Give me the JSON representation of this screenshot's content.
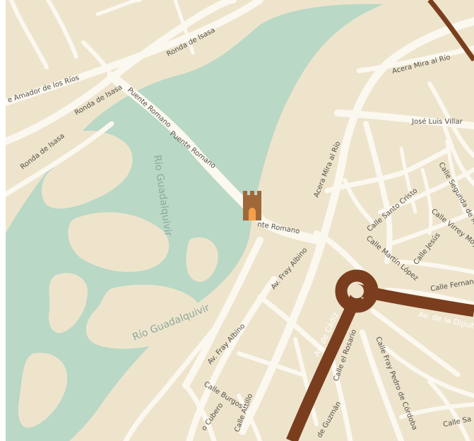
{
  "map": {
    "colors": {
      "land": "#eee4cc",
      "water": "#b9d8c6",
      "road": "#fbf8f0",
      "major_road": "#7a3e1e",
      "landmark": "#a0683a"
    },
    "landmark_icon": "castle-tower-icon",
    "labels": {
      "amador_de_los_rios": "e Amador de los Ríos",
      "ronda_isasa_1": "Ronda de Isasa",
      "ronda_isasa_2": "Ronda de Isasa",
      "ronda_isasa_3": "Ronda de Isasa",
      "puente_romano_1": "Puente Romano",
      "puente_romano_2": "Puente Romano",
      "puente_romano_3": "nte Romano",
      "acera_mira_rio_1": "Acera Mira al Río",
      "acera_mira_rio_2": "Acera Mira al Río",
      "jose_luis_villar": "José Luis Villar",
      "rio_guadalquivir_1": "Río Guadalquivir",
      "rio_guadalquivir_2": "Río Guadalquivir",
      "calle_santo_cristo": "Calle Santo Cristo",
      "calle_segunda_de_mi": "Calle Segunda de Mi",
      "calle_virrey_moya": "Calle Virrey Moya",
      "calle_jesus": "Calle Jesús",
      "calle_martin_lopez": "Calle Martín López",
      "av_fray_albino_1": "Av. Fray Albino",
      "av_fray_albino_2": "Av. Fray Albino",
      "calle_fernand": "Calle Fernand",
      "av_de_cadiz": "Av. de Cádiz",
      "av_de_la_diputacion": "Av. de la Diputació",
      "calle_el_rosario": "Calle el Rosario",
      "calle_fray_pedro": "Calle Fray Pedro de Córdoba",
      "calle_burgos": "Calle Burgos",
      "calle_ultimo_cubero": "o Cubero",
      "calle_attillo": "Calle Attillo",
      "calle_guzman": "de Guzmán",
      "calle_sa": "Calle Sa"
    }
  }
}
